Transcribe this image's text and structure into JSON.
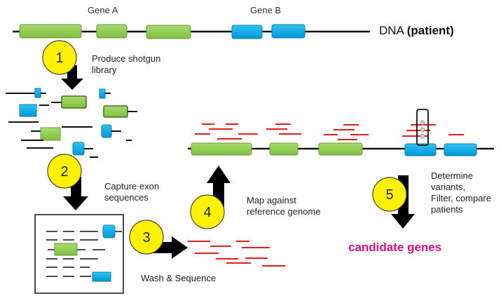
{
  "dna": {
    "gene_a": "Gene A",
    "gene_b": "Gene B",
    "label": "DNA",
    "label_paren": "(patient)"
  },
  "steps": [
    {
      "number": "1",
      "text": "Produce shotgun\nlibrary"
    },
    {
      "number": "2",
      "text": "Capture exon\nsequences"
    },
    {
      "number": "3",
      "text": "Wash & Sequence"
    },
    {
      "number": "4",
      "text": "Map against\nreference genome"
    },
    {
      "number": "5",
      "text": "Determine\nvariants,\nFilter, compare\npatients"
    }
  ],
  "result": "candidate genes",
  "colors": {
    "exon_a": "#92d050",
    "exon_b": "#00b0f0",
    "read": "#e0201b",
    "step_circle": "#fff200",
    "arrow": "#000000",
    "candidate": "#d4117a"
  }
}
